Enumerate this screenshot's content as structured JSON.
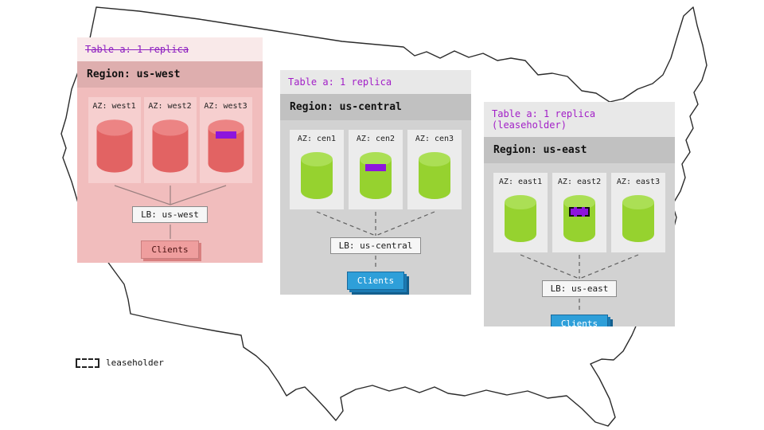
{
  "colors": {
    "replica_purple": "#8d15dd",
    "table_label_purple": "#a21fc7",
    "west_cylinder_red": "#e26363",
    "green_cylinder": "#96d22f",
    "clients_blue": "#2e9fd9"
  },
  "legend": {
    "label": "leaseholder"
  },
  "regions": [
    {
      "name": "us-west",
      "table_label": "Table a: 1 replica",
      "table_label_struck": "true",
      "title": "Region: us-west",
      "azs": [
        {
          "label": "AZ: west1",
          "marker": "none",
          "marker_class": "marker hidden"
        },
        {
          "label": "AZ: west2",
          "marker": "none",
          "marker_class": "marker hidden"
        },
        {
          "label": "AZ: west3",
          "marker": "replica",
          "marker_class": "marker"
        }
      ],
      "lb": "LB: us-west",
      "clients": "Clients"
    },
    {
      "name": "us-central",
      "table_label": "Table a: 1 replica",
      "table_label_struck": "false",
      "title": "Region: us-central",
      "azs": [
        {
          "label": "AZ: cen1",
          "marker": "none",
          "marker_class": "marker hidden"
        },
        {
          "label": "AZ: cen2",
          "marker": "replica",
          "marker_class": "marker"
        },
        {
          "label": "AZ: cen3",
          "marker": "none",
          "marker_class": "marker hidden"
        }
      ],
      "lb": "LB: us-central",
      "clients": "Clients"
    },
    {
      "name": "us-east",
      "table_label": "Table a: 1 replica (leaseholder)",
      "table_label_struck": "false",
      "title": "Region: us-east",
      "azs": [
        {
          "label": "AZ: east1",
          "marker": "none",
          "marker_class": "marker hidden"
        },
        {
          "label": "AZ: east2",
          "marker": "leaseholder",
          "marker_class": "marker leaseholder"
        },
        {
          "label": "AZ: east3",
          "marker": "none",
          "marker_class": "marker hidden"
        }
      ],
      "lb": "LB: us-east",
      "clients": "Clients"
    }
  ]
}
